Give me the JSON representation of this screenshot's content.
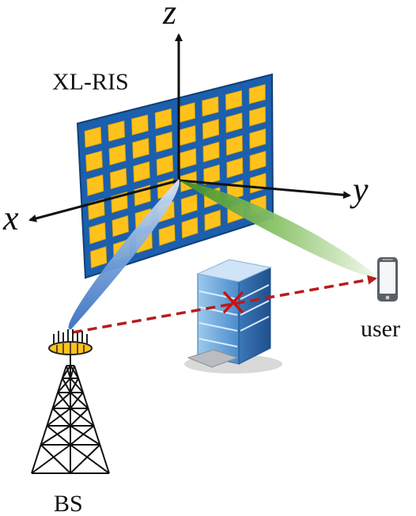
{
  "labels": {
    "z_axis": "z",
    "x_axis": "x",
    "y_axis": "y",
    "ris": "XL-RIS",
    "user": "user",
    "bs": "BS"
  },
  "colors": {
    "ris_border": "#1b5fae",
    "ris_element": "#ffc21d",
    "axis": "#111111",
    "beam_bs": "#3d77c4",
    "beam_user": "#4f9a2a",
    "blocked_link": "#b71c1c",
    "block_mark": "#cc1111",
    "building": "#5c9fd6"
  },
  "icons": [
    "tower-icon",
    "antenna-array-icon",
    "building-icon",
    "smartphone-icon",
    "cross-mark-icon"
  ]
}
